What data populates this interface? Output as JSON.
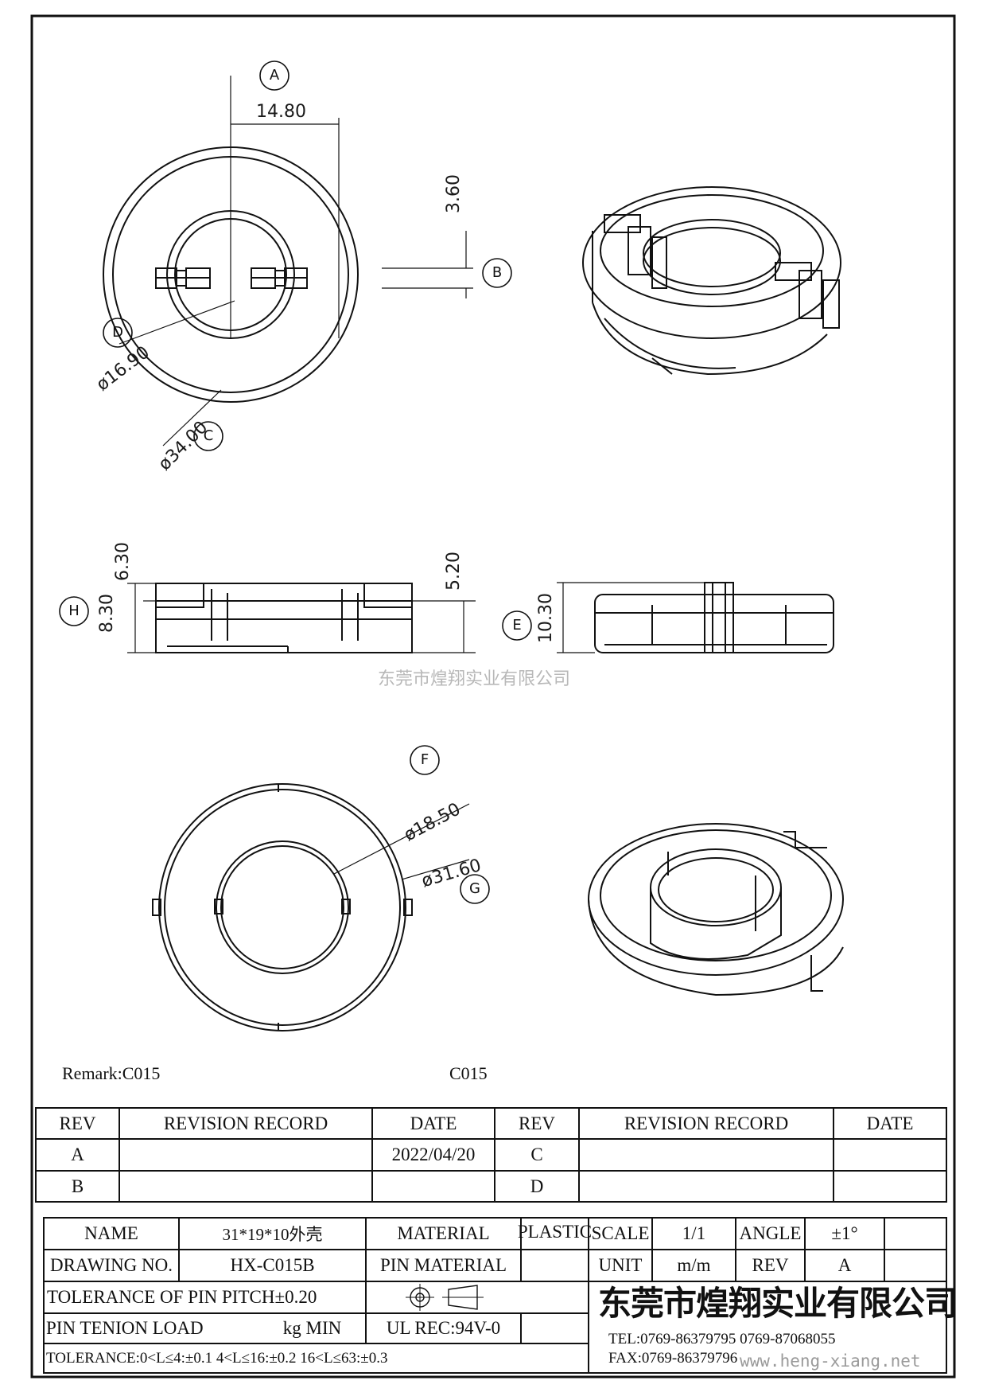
{
  "drawing": {
    "dimensions": {
      "a_width": "14.80",
      "b_slot": "3.60",
      "d_inner_dia": "ø16.90",
      "c_outer_dia": "ø34.00",
      "h_total": "8.30",
      "h_partial": "6.30",
      "h_right": "5.20",
      "e_height": "10.30",
      "f_inner_dia": "ø18.50",
      "g_outer_dia": "ø31.60"
    },
    "bubbles": {
      "a": "A",
      "b": "B",
      "c": "C",
      "d": "D",
      "e": "E",
      "f": "F",
      "g": "G",
      "h": "H"
    },
    "watermark": "东莞市煌翔实业有限公司",
    "remark": "Remark:C015",
    "center_code": "C015"
  },
  "revision_table": {
    "headers": [
      "REV",
      "REVISION RECORD",
      "DATE",
      "REV",
      "REVISION RECORD",
      "DATE"
    ],
    "rows": [
      [
        "A",
        "",
        "2022/04/20",
        "C",
        "",
        ""
      ],
      [
        "B",
        "",
        "",
        "D",
        "",
        ""
      ]
    ]
  },
  "title_block": {
    "name_label": "NAME",
    "name_value": "31*19*10外壳",
    "material_label": "MATERIAL",
    "material_value": "PLASTIC",
    "scale_label": "SCALE",
    "scale_value": "1/1",
    "angle_label": "ANGLE",
    "angle_value": "±1°",
    "drawing_no_label": "DRAWING NO.",
    "drawing_no_value": "HX-C015B",
    "pin_material_label": "PIN MATERIAL",
    "pin_material_value": "",
    "unit_label": "UNIT",
    "unit_value": "m/m",
    "rev_label": "REV",
    "rev_value": "A",
    "tolerance_pitch": "TOLERANCE OF PIN PITCH±0.20",
    "pin_tenion_label": "PIN TENION LOAD",
    "pin_tenion_unit": "kg MIN",
    "ul_rec": "UL REC:94V-0",
    "tolerance_line": "TOLERANCE:0<L≤4:±0.1  4<L≤16:±0.2  16<L≤63:±0.3",
    "company": "东莞市煌翔实业有限公司",
    "tel": "TEL:0769-86379795      0769-87068055",
    "fax": "FAX:0769-86379796",
    "website": "www.heng-xiang.net"
  }
}
